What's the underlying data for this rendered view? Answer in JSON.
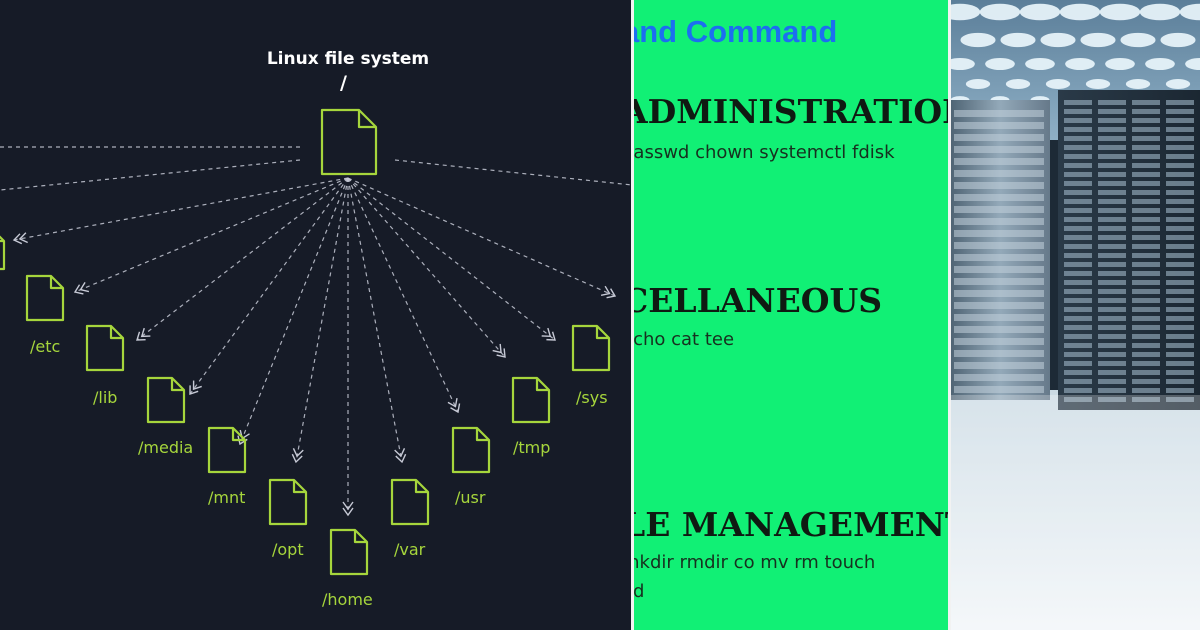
{
  "diagram": {
    "title": "Linux file system",
    "root": "/",
    "directories": [
      "/etc",
      "/lib",
      "/media",
      "/mnt",
      "/opt",
      "/home",
      "/var",
      "/usr",
      "/tmp",
      "/sys"
    ]
  },
  "commands_panel": {
    "title": "and Command",
    "sections": [
      {
        "heading": "ADMINISTRATION",
        "commands": [
          "passwd chown systemctl fdisk"
        ]
      },
      {
        "heading": "CELLANEOUS",
        "commands": [
          "echo cat tee"
        ]
      },
      {
        "heading": "LE MANAGEMENT",
        "commands": [
          "mkdir rmdir co mv rm touch",
          "od"
        ]
      }
    ]
  },
  "colors": {
    "diagram_bg": "#161b27",
    "accent_green": "#a6d63c",
    "panel_green": "#11f075",
    "title_blue": "#1c6ff0"
  }
}
